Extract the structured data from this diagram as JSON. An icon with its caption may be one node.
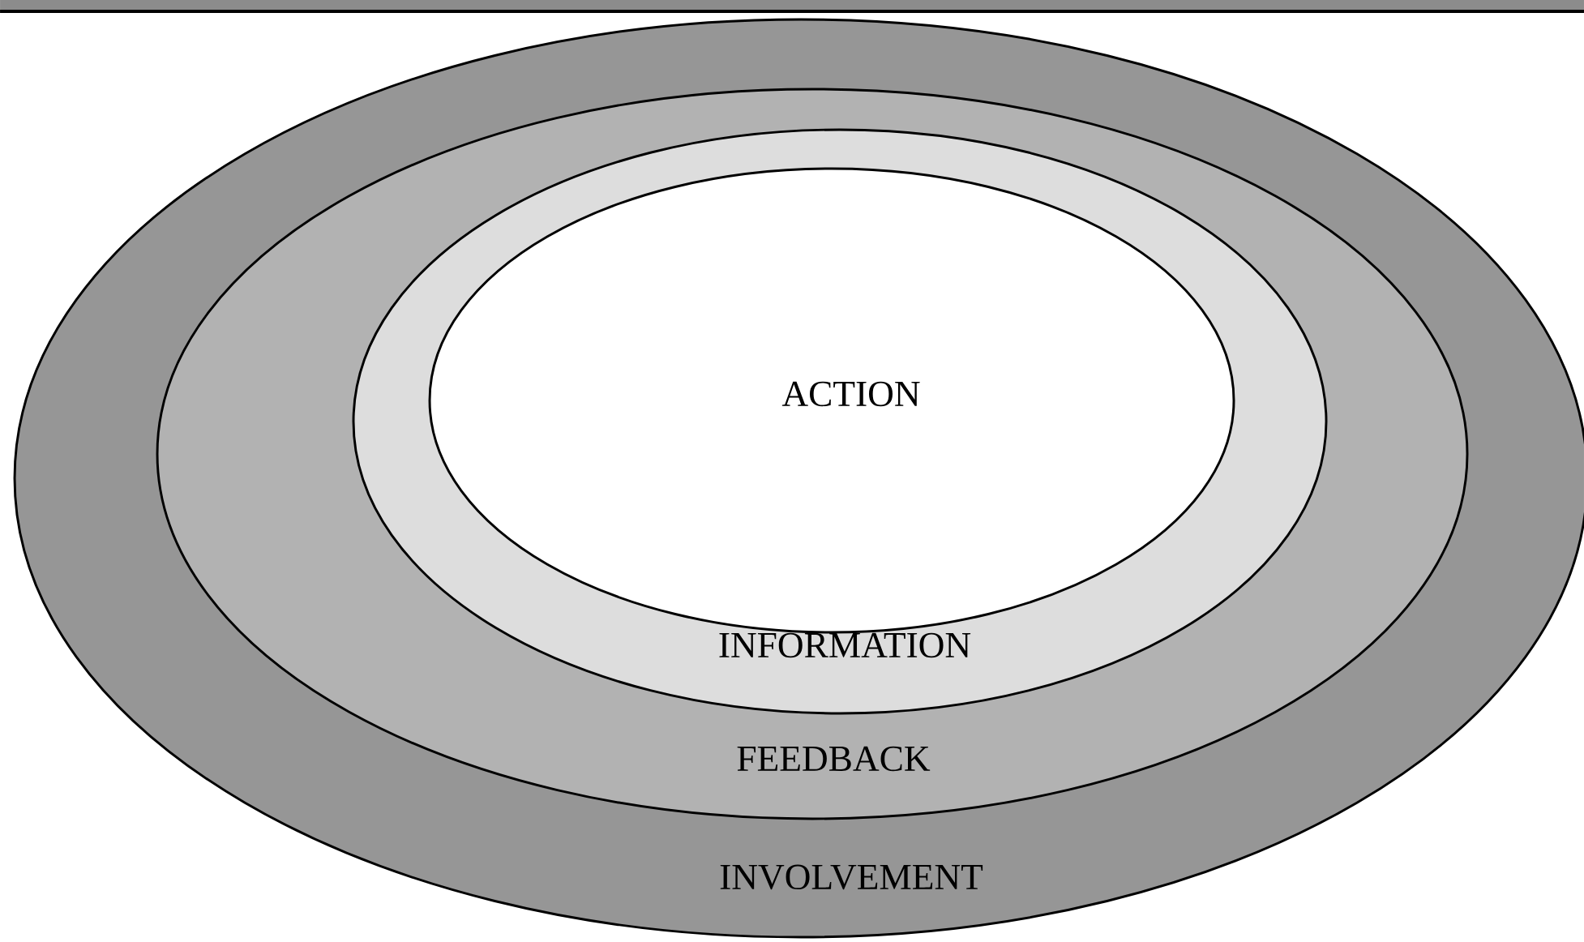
{
  "diagram": {
    "nodes": [
      {
        "text": [
          "INVOLVEMENT"
        ]
      },
      {
        "text": [
          "FEEDBACK"
        ],
        "in": 0
      },
      {
        "text": [
          "INFORMATION"
        ],
        "in": 1
      },
      {
        "text": [
          "ACTION"
        ],
        "in": 2
      }
    ]
  }
}
